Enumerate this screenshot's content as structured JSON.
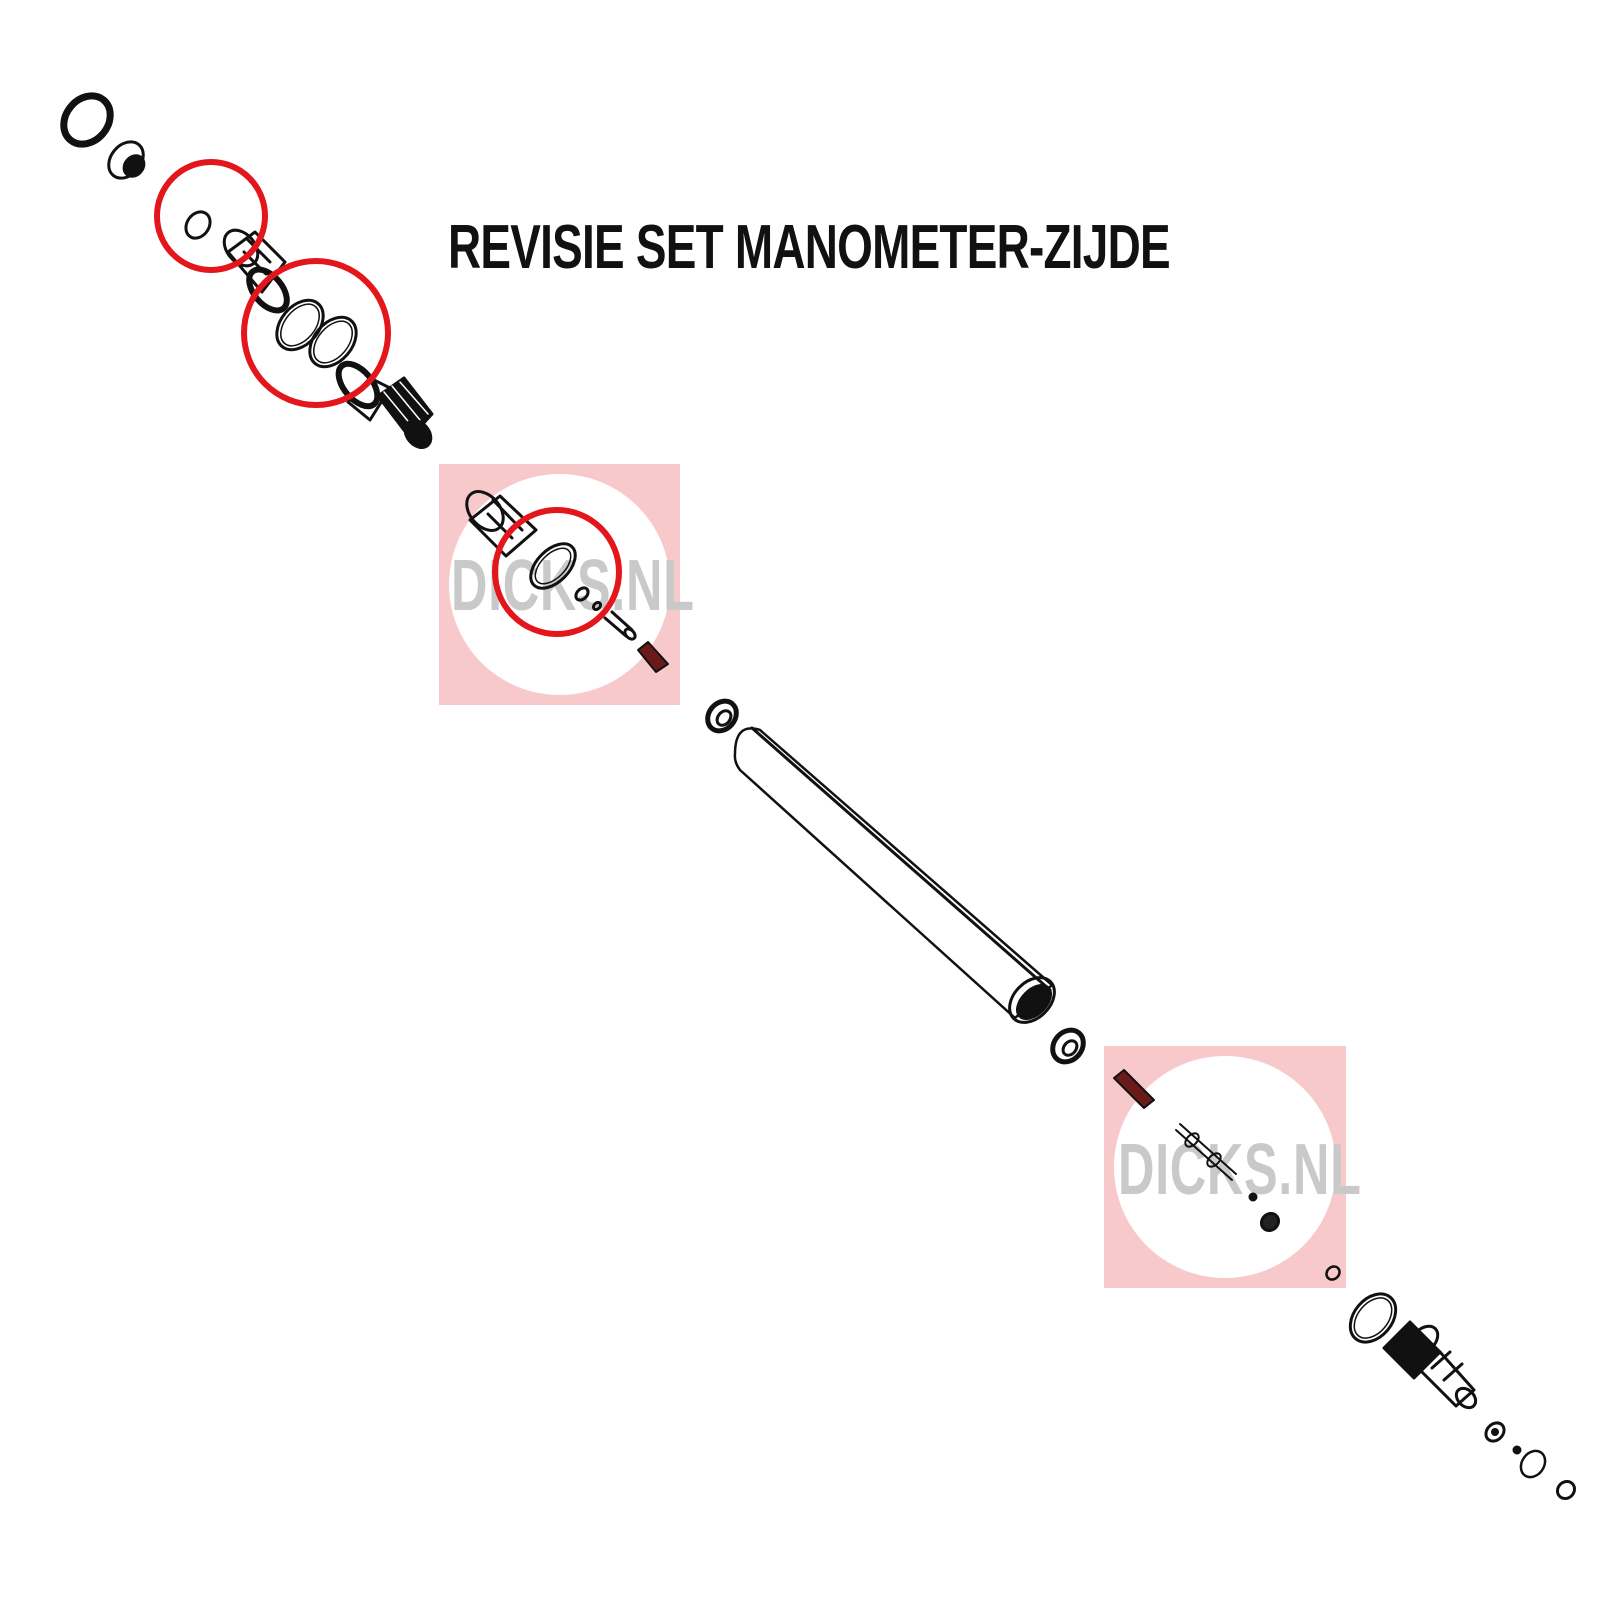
{
  "title": "REVISIE SET MANOMETER-ZIJDE",
  "watermark": {
    "text_top": "DICKS.NL",
    "text_bottom": "DICKS.NL",
    "panel_color": "#f8c9cb",
    "text_color": "#c9c9c9"
  },
  "colors": {
    "line": "#111111",
    "highlight": "#e3161b",
    "seal_dark": "#6b1a1a"
  },
  "highlight_count": 3
}
